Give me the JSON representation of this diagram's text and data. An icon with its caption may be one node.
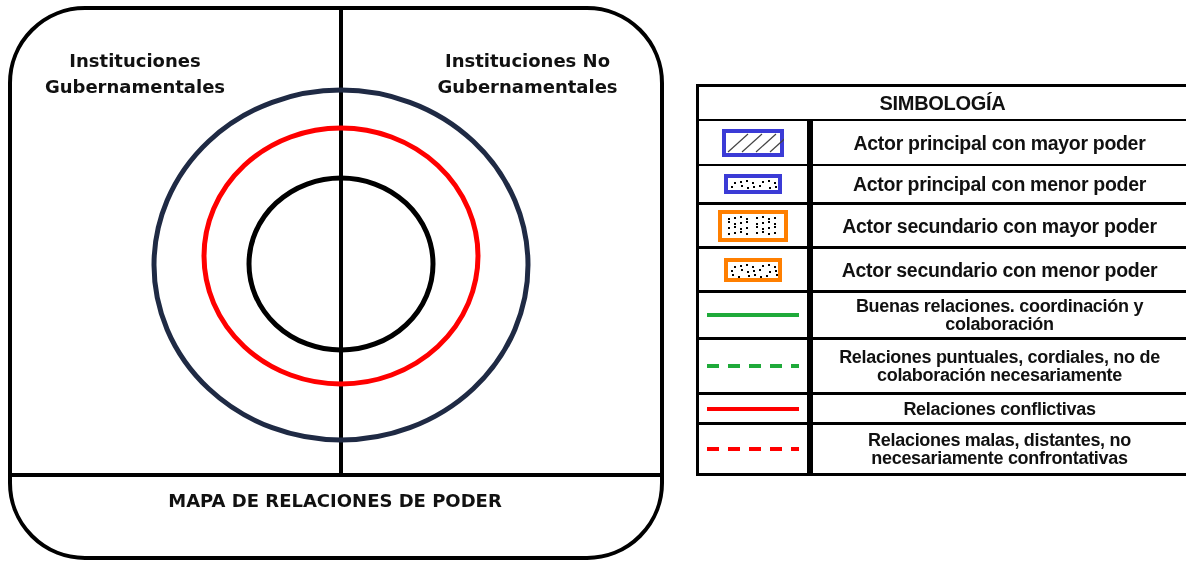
{
  "diagram": {
    "labels": [
      "Instituciones Gubernamentales",
      "Instituciones No Gubernamentales",
      "MAPA DE RELACIONES DE PODER",
      "SIMBOLOGÍA"
    ],
    "legend": [
      {
        "text": "Actor principal con mayor poder"
      },
      {
        "text": "Actor principal con menor poder"
      },
      {
        "text": "Actor secundario con mayor poder"
      },
      {
        "text": "Actor secundario con menor poder"
      },
      {
        "text": "Buenas relaciones. coordinación y colaboración"
      },
      {
        "text": "Relaciones puntuales, cordiales, no de colaboración necesariamente"
      },
      {
        "text": "Relaciones conflictivas"
      },
      {
        "text": "Relaciones malas, distantes, no necesariamente confrontativas"
      }
    ]
  }
}
